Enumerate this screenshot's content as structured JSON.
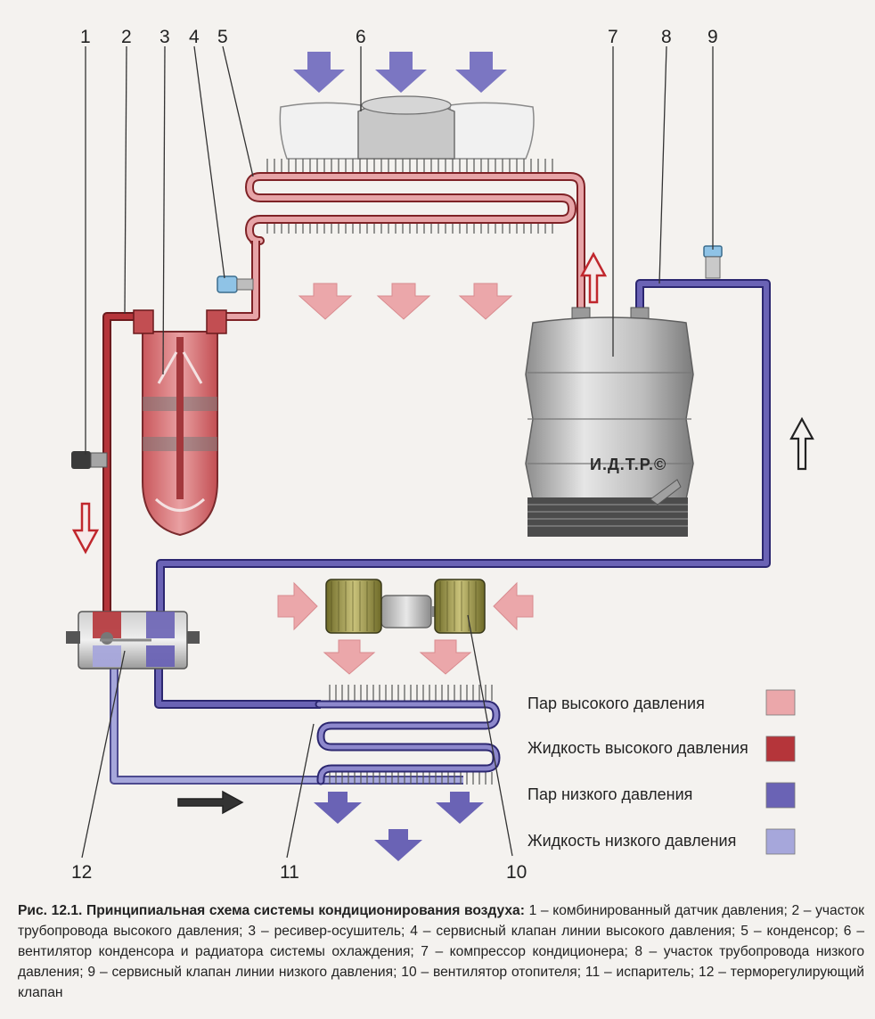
{
  "labels": [
    "1",
    "2",
    "3",
    "4",
    "5",
    "6",
    "7",
    "8",
    "9",
    "10",
    "11",
    "12"
  ],
  "watermark": "И.Д.Т.Р.©",
  "legend": [
    {
      "text": "Пар высокого давления",
      "color": "#eba7aa"
    },
    {
      "text": "Жидкость высокого давления",
      "color": "#b5353a"
    },
    {
      "text": "Пар низкого давления",
      "color": "#6a63b5"
    },
    {
      "text": "Жидкость низкого давления",
      "color": "#a6a7db"
    }
  ],
  "caption": {
    "title": "Рис. 12.1. Принципиальная схема системы кондиционирования воздуха:",
    "body": " 1 – комбинированный датчик давления; 2 – участок трубопровода высокого давления; 3 – ресивер-осушитель; 4 – сервисный клапан линии высокого давления; 5 – конденсор; 6 – вентилятор конденсора и радиатора системы охлаждения; 7 – компрессор кондиционера; 8 – участок трубопровода низкого давления; 9 – сервисный клапан линии низкого давления; 10 – вентилятор отопителя; 11 – испаритель; 12 – терморегулирующий клапан"
  },
  "colors": {
    "hp_vapor": "#eba7aa",
    "hp_liquid": "#b5353a",
    "lp_vapor": "#6a63b5",
    "lp_liquid": "#a6a7db",
    "arrow_intake": "#7b76c2",
    "arrow_hot": "#eba7aa"
  }
}
